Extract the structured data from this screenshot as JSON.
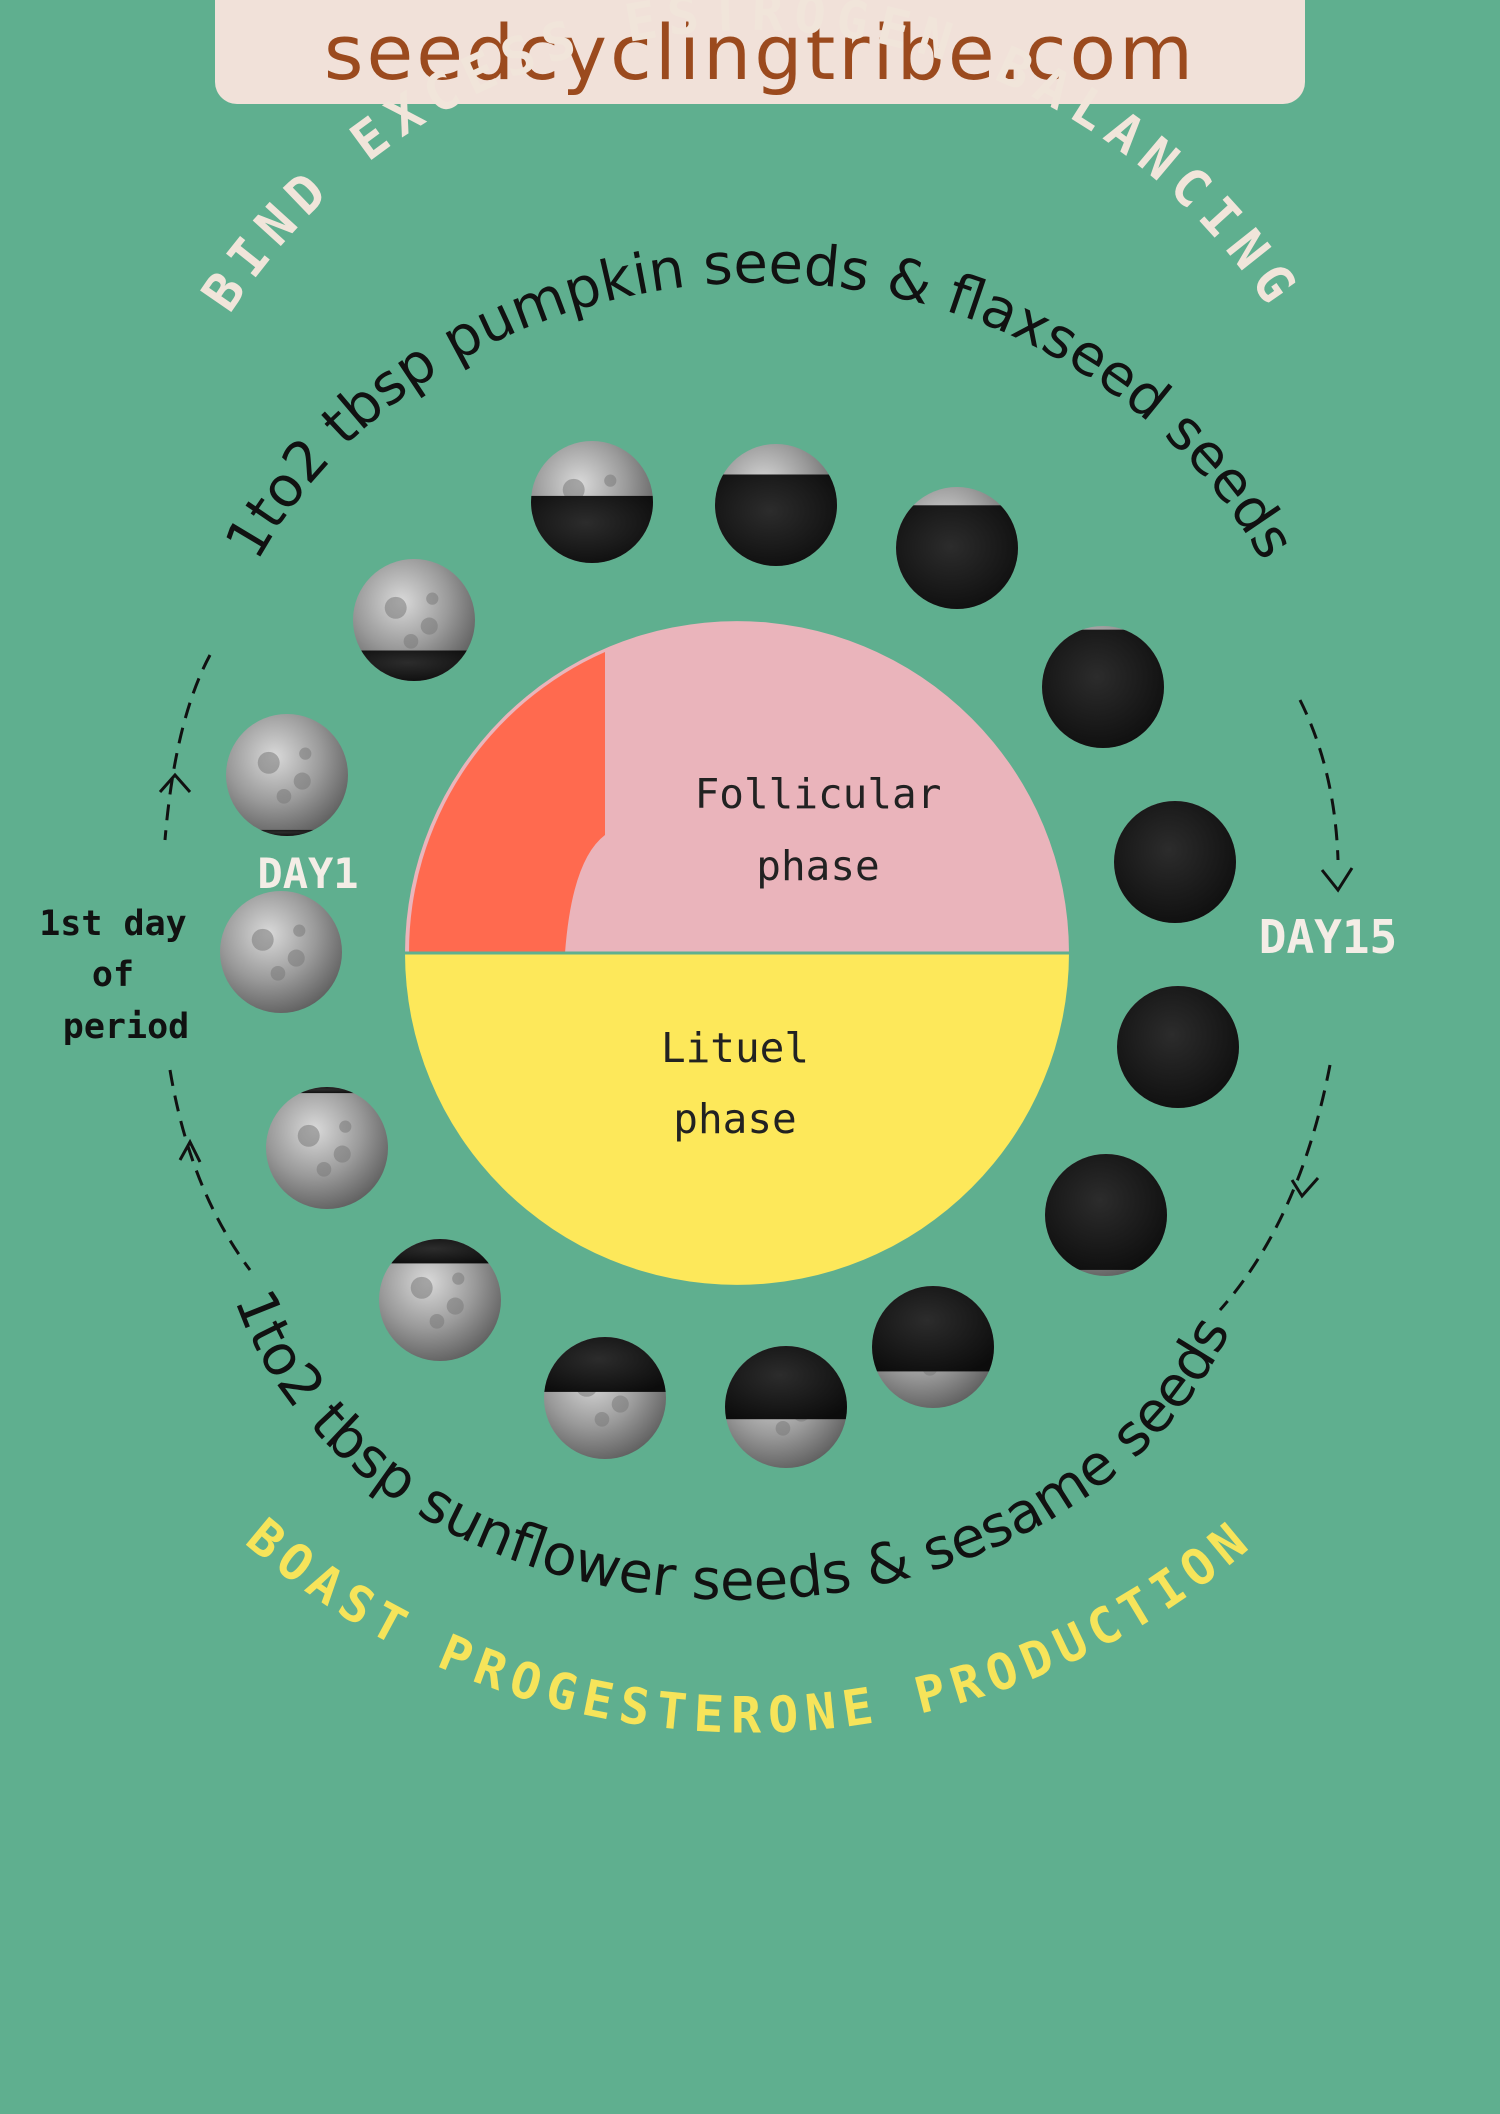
{
  "site": {
    "url": "seedcyclingtribe.com"
  },
  "top_arc": {
    "heading": "BIND EXCESS ESTROGEN BALANCING",
    "seeds": "1to2 tbsp pumpkin seeds & flaxseed seeds"
  },
  "bottom_arc": {
    "seeds": "1to2 tbsp sunflower seeds & sesame seeds",
    "heading": "BOAST PROGESTERONE PRODUCTION"
  },
  "labels": {
    "day1": "DAY1",
    "day15": "DAY15",
    "period_line1": "1st day",
    "period_line2": "of",
    "period_line3": "period"
  },
  "phases": {
    "follicular_line1": "Follicular",
    "follicular_line2": "phase",
    "luteal_line1": "Lituel",
    "luteal_line2": "phase"
  },
  "colors": {
    "background": "#5faf8f",
    "banner": "#f1e1d9",
    "banner_text": "#9b4a1e",
    "heading_top": "#f1e5da",
    "heading_bottom": "#f6e45a",
    "follicular": "#eab4bb",
    "menstrual": "#ff6a4f",
    "luteal": "#fde85a",
    "arc_text": "#111111"
  }
}
